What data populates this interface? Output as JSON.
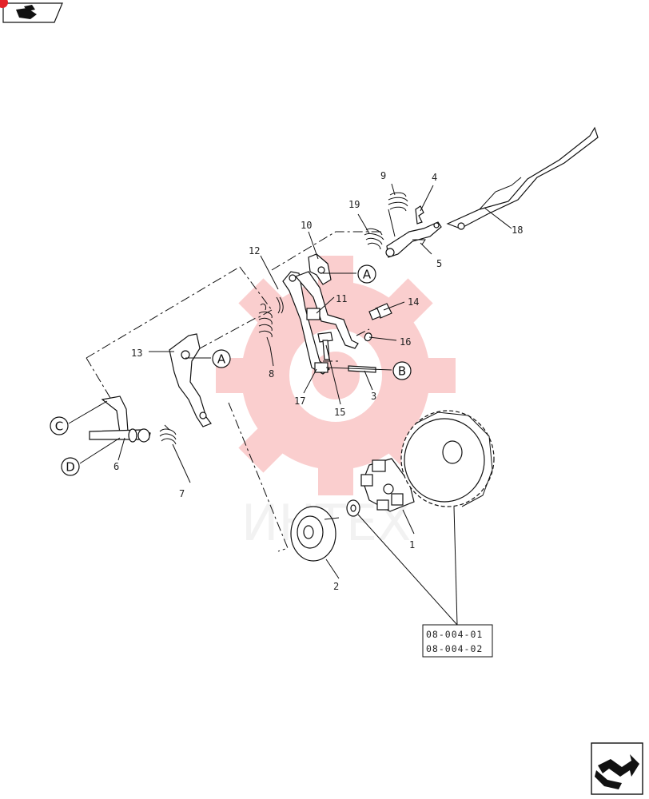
{
  "watermark": {
    "text": "ИНТЕХ",
    "color": "#f06a6a"
  },
  "nav": {
    "top_left": "back-arrow-icon",
    "bottom_right": "forward-arrow-icon"
  },
  "callouts": [
    {
      "id": "p1",
      "text": "1"
    },
    {
      "id": "p2",
      "text": "2"
    },
    {
      "id": "p3",
      "text": "3"
    },
    {
      "id": "p4",
      "text": "4"
    },
    {
      "id": "p5",
      "text": "5"
    },
    {
      "id": "p6",
      "text": "6"
    },
    {
      "id": "p7",
      "text": "7"
    },
    {
      "id": "p8",
      "text": "8"
    },
    {
      "id": "p9",
      "text": "9"
    },
    {
      "id": "p10",
      "text": "10"
    },
    {
      "id": "p11",
      "text": "11"
    },
    {
      "id": "p12",
      "text": "12"
    },
    {
      "id": "p13",
      "text": "13"
    },
    {
      "id": "p14",
      "text": "14"
    },
    {
      "id": "p15",
      "text": "15"
    },
    {
      "id": "p16",
      "text": "16"
    },
    {
      "id": "p17",
      "text": "17"
    },
    {
      "id": "p18",
      "text": "18"
    },
    {
      "id": "p19",
      "text": "19"
    }
  ],
  "markers": {
    "a_upper": "A",
    "a_lower": "A",
    "b": "B",
    "c": "C",
    "d": "D"
  },
  "references": [
    "08-004-01",
    "08-004-02"
  ]
}
